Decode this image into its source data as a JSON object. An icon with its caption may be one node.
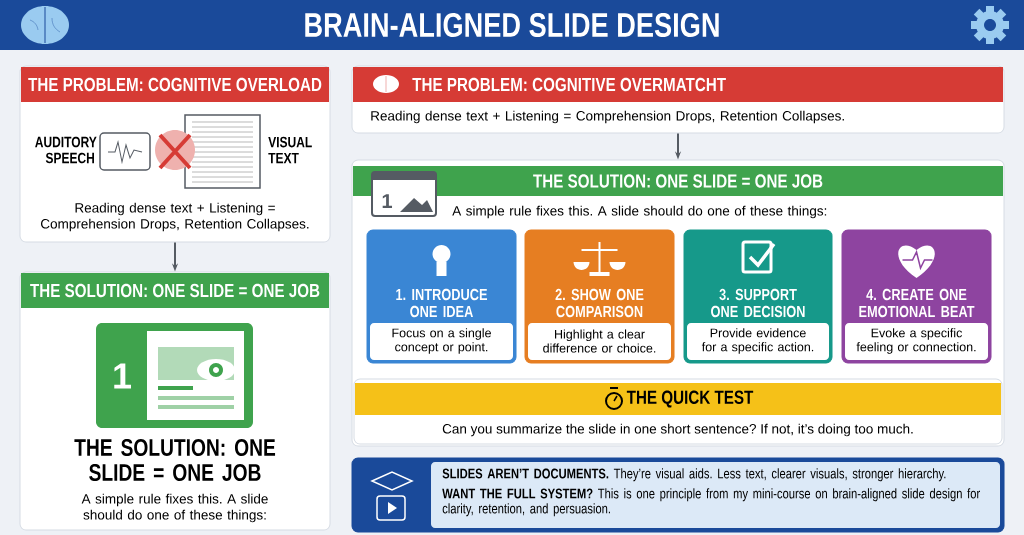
{
  "diagram": {
    "title": "BRAIN-ALIGNED SLIDE DESIGN",
    "nodes": [
      {
        "text": [
          "THE PROBLEM: COGNITIVE OVERLOAD",
          "AUDITORY SPEECH",
          "VISUAL TEXT",
          "Reading dense text + Listening = Comprehension Drops, Retention Collapses."
        ]
      },
      {
        "text": [
          "THE SOLUTION: ONE SLIDE = ONE JOB",
          "THE SOLUTION: ONE SLIDE = ONE JOB",
          "A simple rule fixes this. A slide should do one of these things:"
        ]
      },
      {
        "text": [
          "THE PROBLEM: COGNITIVE OVERMATCHT",
          "Reading dense text + Listening = Comprehension Drops, Retention Collapses."
        ]
      },
      {
        "text": [
          "THE SOLUTION: ONE SLIDE = ONE JOB",
          "A simple rule fixes this. A slide should do one of these things:"
        ]
      },
      {
        "text": [
          "1. INTRODUCE ONE IDEA",
          "Focus on a single concept or point."
        ],
        "in": 3
      },
      {
        "text": [
          "2. SHOW ONE COMPARISON",
          "Highlight a clear difference or choice."
        ],
        "in": 3
      },
      {
        "text": [
          "3. SUPPORT ONE DECISION",
          "Provide evidence for a specific action."
        ],
        "in": 3
      },
      {
        "text": [
          "4. CREATE ONE EMOTIONAL BEAT",
          "Evoke a specific feeling or connection."
        ],
        "in": 3
      },
      {
        "text": [
          "THE QUICK TEST",
          "Can you summarize the slide in one short sentence? If not, it’s doing too much."
        ],
        "in": 3
      },
      {
        "text": [
          "**SLIDES AREN’T DOCUMENTS.** They’re visual aids. Less text, clearer visuals, stronger hierarchy.",
          "**WANT THE FULL SYSTEM?** This is one principle from my mini-course on brain-aligned slide design for clarity, retention, and persuasion."
        ]
      }
    ],
    "edges": [
      {
        "from": 0,
        "to": 1,
        "arrow": "to"
      },
      {
        "from": 2,
        "to": 3,
        "arrow": "to"
      }
    ],
    "labels": [
      "1",
      "1"
    ]
  }
}
